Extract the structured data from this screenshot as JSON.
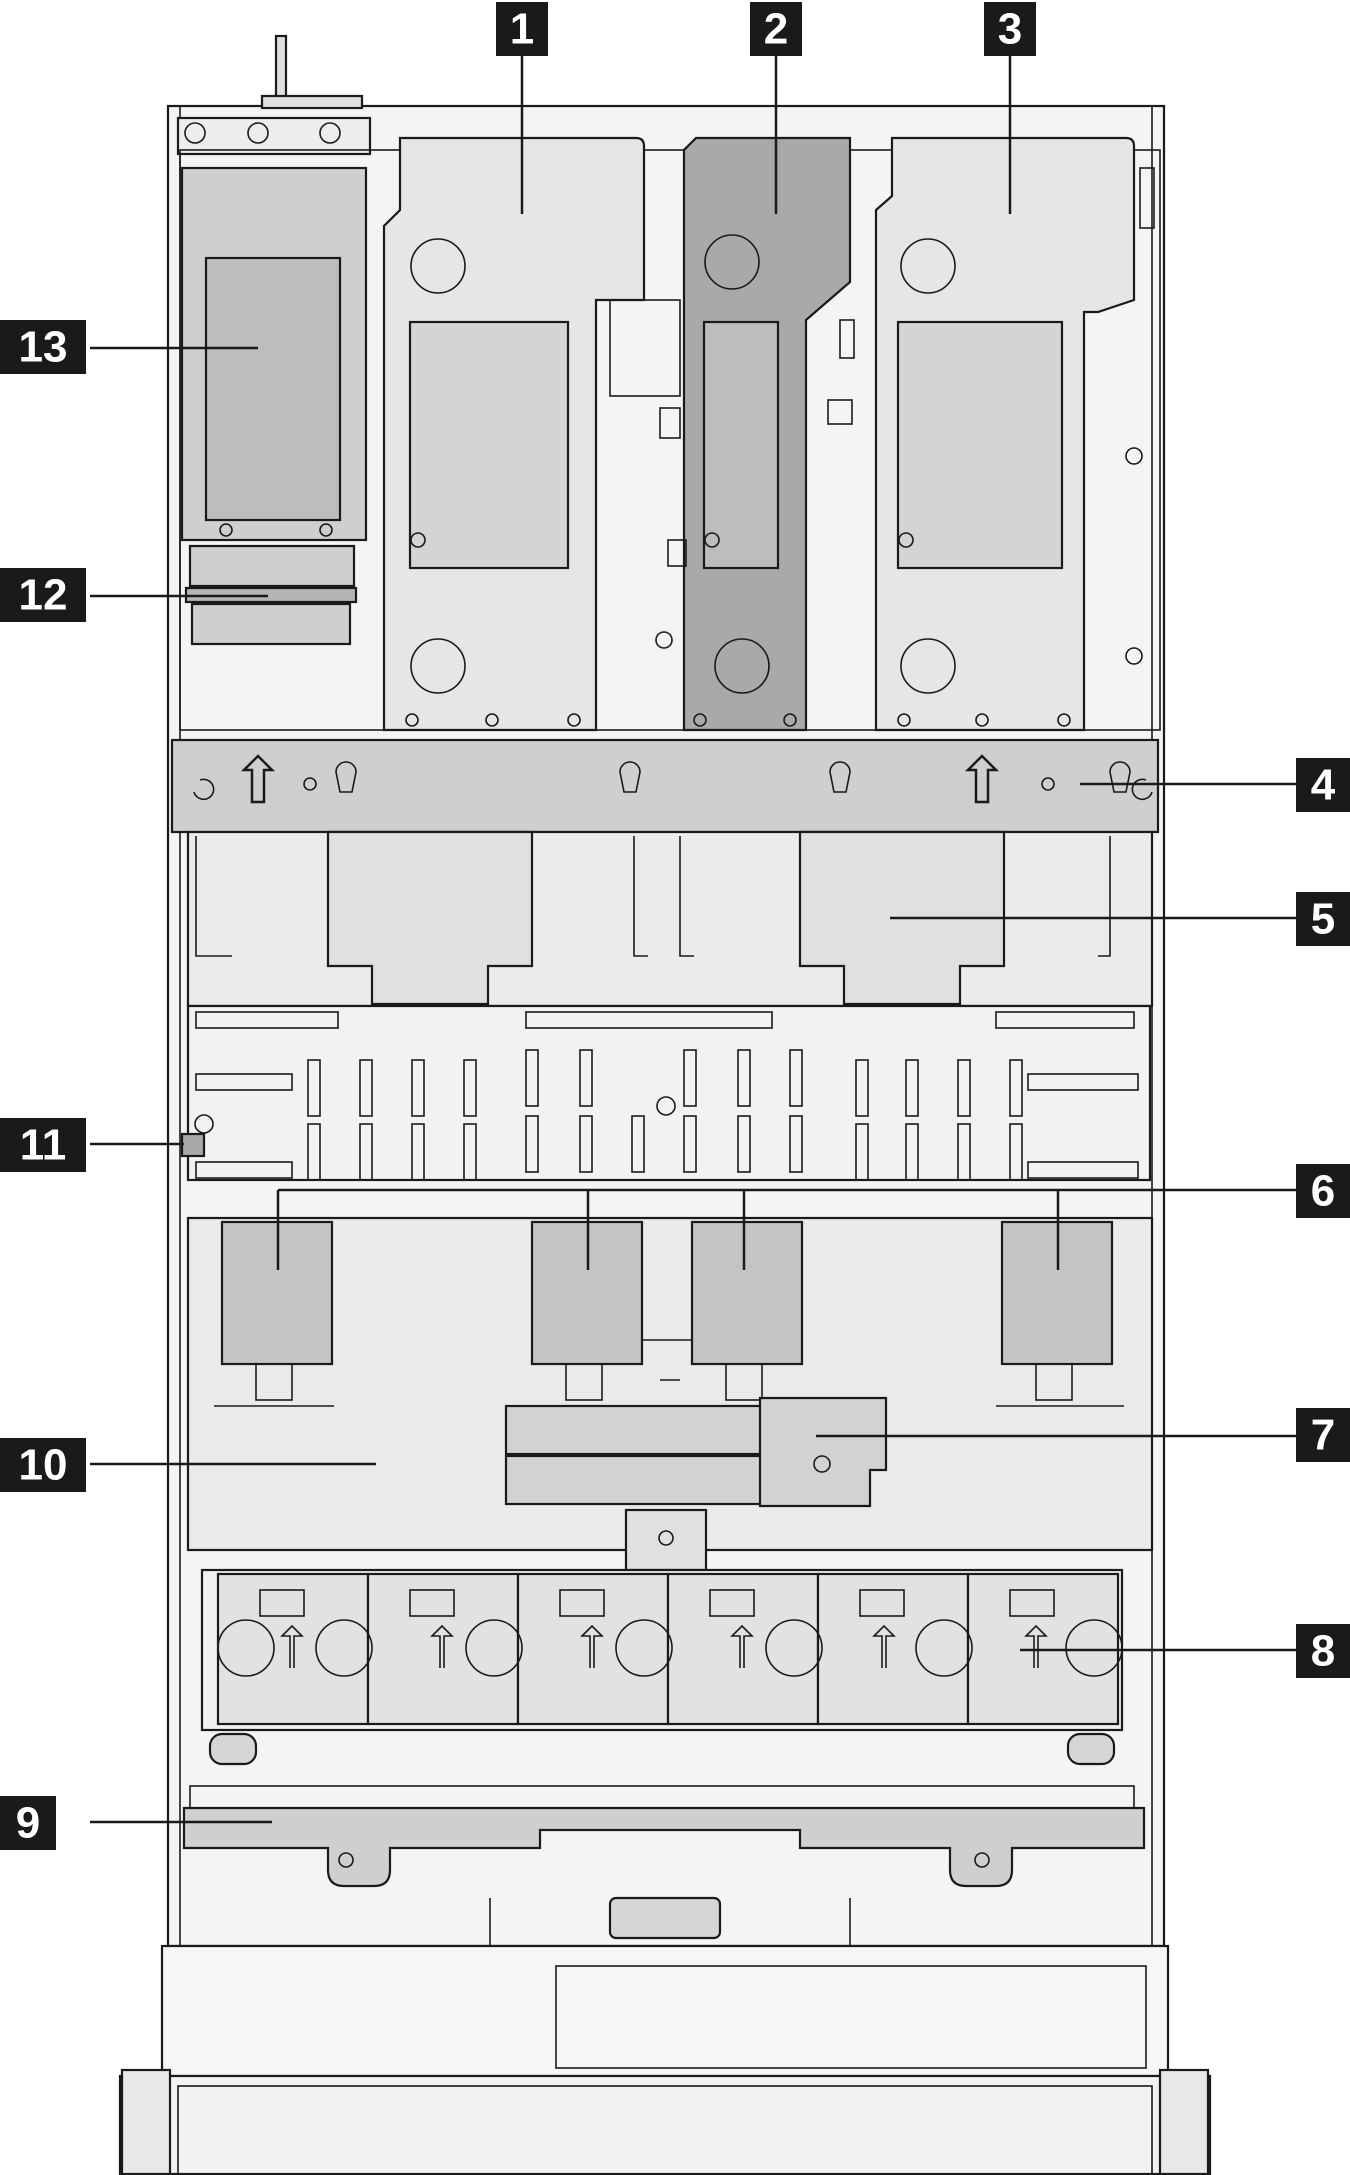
{
  "figure": {
    "colors": {
      "outline": "#1a1a1a",
      "light_fill": "#e8e8e8",
      "mid_fill": "#cfcfcf",
      "dark_fill": "#a9a9a9",
      "callout_bg": "#1a1a1a",
      "callout_text": "#ffffff"
    },
    "callouts": [
      {
        "label": "1"
      },
      {
        "label": "2"
      },
      {
        "label": "3"
      },
      {
        "label": "4"
      },
      {
        "label": "5"
      },
      {
        "label": "6"
      },
      {
        "label": "7"
      },
      {
        "label": "8"
      },
      {
        "label": "9"
      },
      {
        "label": "10"
      },
      {
        "label": "11"
      },
      {
        "label": "12"
      },
      {
        "label": "13"
      }
    ]
  }
}
